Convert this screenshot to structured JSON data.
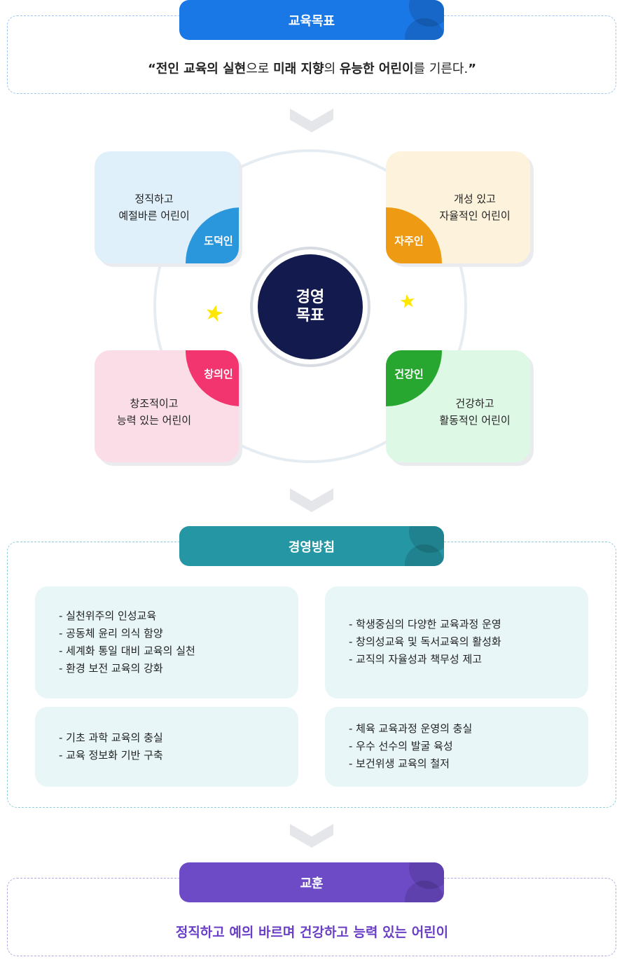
{
  "goal": {
    "title": "교육목표",
    "quote_open": "“",
    "parts": [
      {
        "text": "전인 교육의 실현",
        "bold": true
      },
      {
        "text": "으로 ",
        "bold": false
      },
      {
        "text": "미래 지향",
        "bold": true
      },
      {
        "text": "의 ",
        "bold": false
      },
      {
        "text": "유능한 어린이",
        "bold": true
      },
      {
        "text": "를 기른다.",
        "bold": false
      }
    ],
    "quote_close": "”"
  },
  "management_goals": {
    "center_line1": "경영",
    "center_line2": "목표",
    "cards": [
      {
        "tag": "도덕인",
        "line1": "정직하고",
        "line2": "예절바른 어린이",
        "color": "#2a96dc",
        "bg": "#dff0fb"
      },
      {
        "tag": "자주인",
        "line1": "개성 있고",
        "line2": "자율적인 어린이",
        "color": "#ee9a12",
        "bg": "#fdf3dc"
      },
      {
        "tag": "창의인",
        "line1": "창조적이고",
        "line2": "능력 있는 어린이",
        "color": "#f2346f",
        "bg": "#fbdde7"
      },
      {
        "tag": "건강인",
        "line1": "건강하고",
        "line2": "활동적인 어린이",
        "color": "#27a72f",
        "bg": "#def8e6"
      }
    ]
  },
  "policy": {
    "title": "경영방침",
    "groups": [
      [
        "- 실천위주의 인성교육",
        "- 공동체 윤리 의식 함양",
        "- 세계화 통일 대비 교육의 실천",
        "- 환경 보전 교육의 강화"
      ],
      [
        "- 학생중심의 다양한 교육과정 운영",
        "- 창의성교육 및 독서교육의 활성화",
        "- 교직의 자율성과 책무성 제고"
      ],
      [
        "- 기초 과학 교육의 충실",
        "- 교육 정보화 기반 구축"
      ],
      [
        "- 체육 교육과정 운영의 충실",
        "- 우수 선수의 발굴 육성",
        "- 보건위생 교육의 철저"
      ]
    ]
  },
  "motto": {
    "title": "교훈",
    "text": "정직하고 예의 바르며 건강하고 능력 있는 어린이"
  },
  "colors": {
    "goal_accent": "#1a77e6",
    "policy_accent": "#2596a4",
    "motto_accent": "#6d4bc7",
    "center_navy": "#121a4e",
    "star_yellow": "#ffe800"
  }
}
